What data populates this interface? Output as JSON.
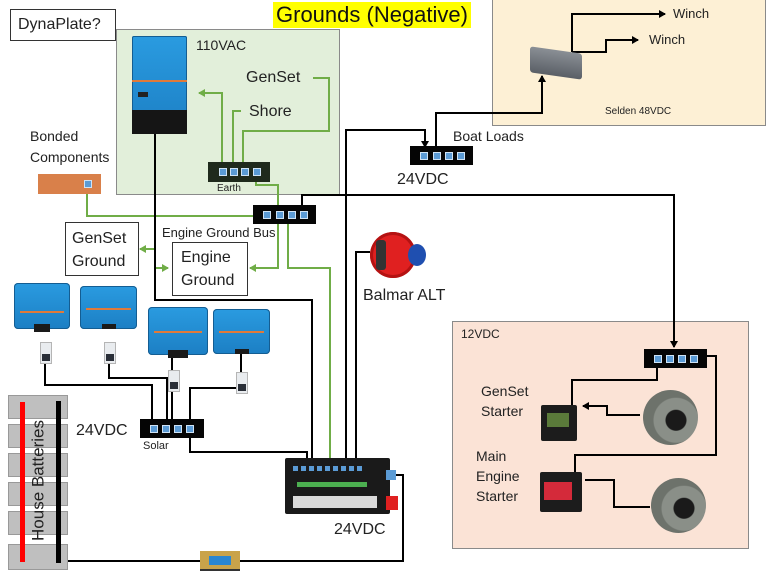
{
  "title": "Grounds (Negative)",
  "colors": {
    "title_highlight": "#ffff00",
    "ac_region_fill": "#e2efda",
    "selden_region_fill": "#fdf0d5",
    "dc12_region_fill": "#fbe3d6",
    "ground_wire": "#70ad47",
    "dc_wire": "#000000",
    "positive": "#ff0000",
    "victron_blue": "#1c7fc4",
    "balmar_red": "#e02020"
  },
  "labels": {
    "dynaplate": "DynaPlate?",
    "ac_region": "110VAC",
    "genset_ac": "GenSet",
    "shore": "Shore",
    "earth": "Earth",
    "bonded_line1": "Bonded",
    "bonded_line2": "Components",
    "engine_ground_bus": "Engine Ground Bus",
    "genset_ground_line1": "GenSet",
    "genset_ground_line2": "Ground",
    "engine_ground_line1": "Engine",
    "engine_ground_line2": "Ground",
    "boat_loads": "Boat Loads",
    "boat_loads_voltage": "24VDC",
    "selden_region": "Selden 48VDC",
    "winch_1": "Winch",
    "winch_2": "Winch",
    "balmar": "Balmar ALT",
    "dc12_region": "12VDC",
    "genset_starter_line1": "GenSet",
    "genset_starter_line2": "Starter",
    "main_starter_line1": "Main",
    "main_starter_line2": "Engine",
    "main_starter_line3": "Starter",
    "house_batteries": "House Batteries",
    "battery_voltage": "24VDC",
    "solar": "Solar",
    "lynx_voltage": "24VDC"
  },
  "components": {
    "inverter_charger": "victron-multiplus",
    "solar_controllers": 4,
    "solar_breakers": 4,
    "battery_cells": 6,
    "bus_bars": [
      "earth",
      "engine-ground-bus",
      "boat-loads",
      "solar",
      "12vdc"
    ],
    "alternators_12v": 2,
    "starter_batteries": 2
  }
}
